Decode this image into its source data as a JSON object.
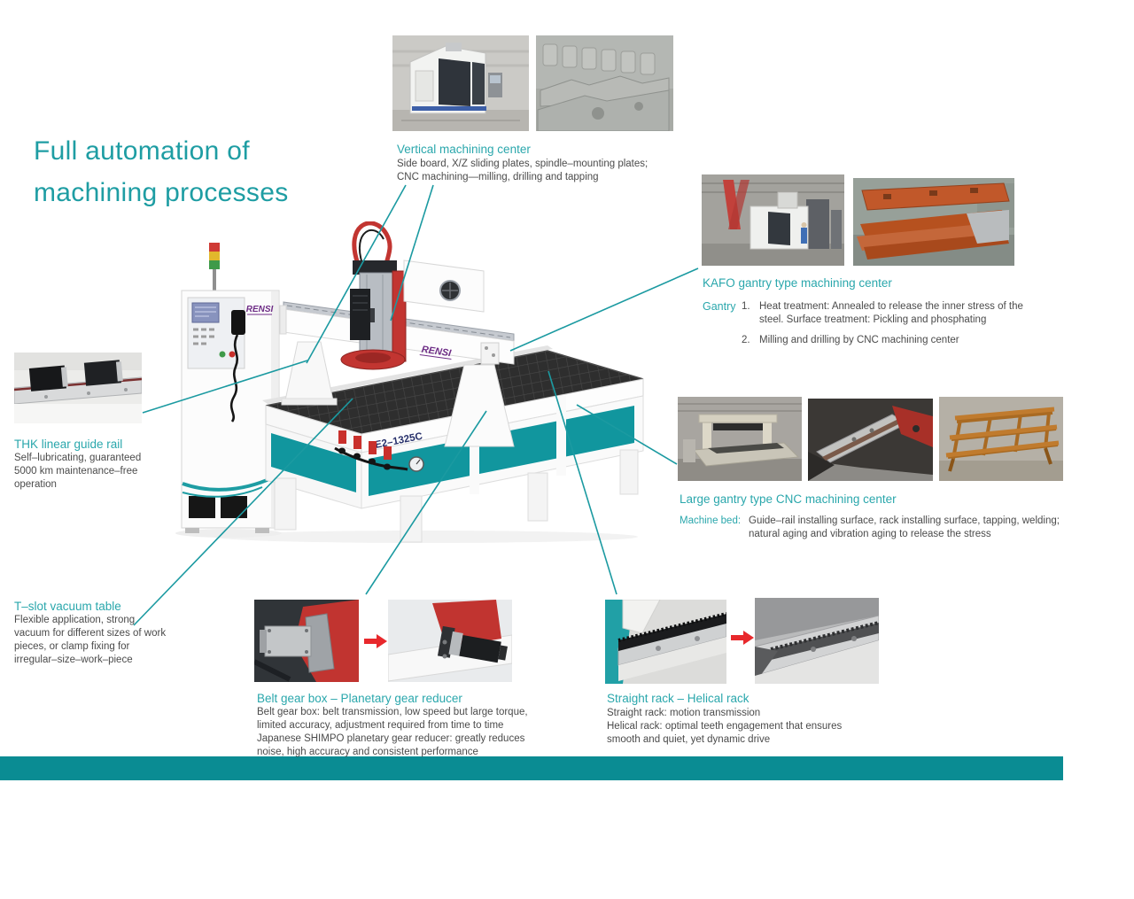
{
  "title": {
    "line1": "Full automation of",
    "line2": "machining processes"
  },
  "machine": {
    "brand_cabinet": "RENSI",
    "brand_beam": "RENSI",
    "model": "E2–1325C"
  },
  "sections": {
    "vertical": {
      "heading": "Vertical machining center",
      "body_line1": "Side board, X/Z sliding plates, spindle–mounting plates;",
      "body_line2": "CNC machining—milling, drilling and tapping"
    },
    "kafo": {
      "heading": "KAFO gantry type machining center",
      "label": "Gantry",
      "items": [
        {
          "num": "1.",
          "text": "Heat treatment: Annealed to release the inner stress of the steel. Surface treatment: Pickling and phosphating"
        },
        {
          "num": "2.",
          "text": "Milling and drilling by CNC machining center"
        }
      ]
    },
    "thk": {
      "heading": "THK linear guide rail",
      "body": "Self–lubricating, guaranteed 5000 km maintenance–free operation"
    },
    "tslot": {
      "heading": "T–slot vacuum table",
      "body": "Flexible application, strong vacuum for different sizes of work pieces, or clamp fixing for irregular–size–work–piece"
    },
    "large_gantry": {
      "heading": "Large gantry type CNC machining center",
      "label": "Machine bed:",
      "body": "Guide–rail installing surface, rack installing surface, tapping, welding; natural aging and vibration aging to release the stress"
    },
    "belt": {
      "heading": "Belt gear box – Planetary gear reducer",
      "para1": "Belt gear box: belt transmission, low speed but large torque, limited accuracy, adjustment required from time to time",
      "para2": "Japanese SHIMPO planetary gear reducer: greatly reduces noise, high accuracy and consistent performance"
    },
    "rack": {
      "heading": "Straight rack – Helical rack",
      "line1": "Straight rack: motion transmission",
      "para2": "Helical rack: optimal teeth engagement that ensures smooth and quiet, yet dynamic drive"
    }
  },
  "colors": {
    "accent_teal": "#1E9DA3",
    "bottom_bar": "#0A8C93",
    "logo_purple": "#6E2D86",
    "arrow_red": "#E8282C"
  }
}
